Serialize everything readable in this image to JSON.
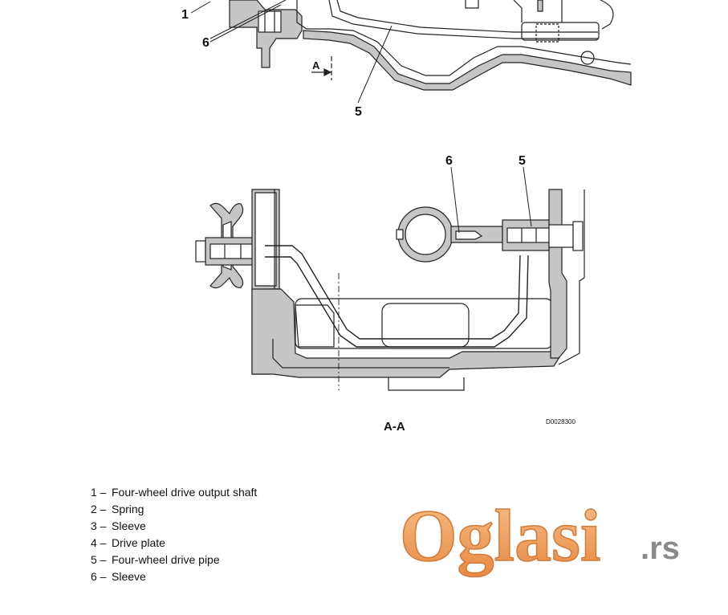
{
  "upper_view": {
    "callouts": [
      {
        "id": "1",
        "label": "1"
      },
      {
        "id": "6",
        "label": "6"
      },
      {
        "id": "5",
        "label": "5"
      }
    ],
    "section_marker": "A"
  },
  "section_view": {
    "callouts": [
      {
        "id": "6",
        "label": "6"
      },
      {
        "id": "5",
        "label": "5"
      }
    ],
    "title": "A-A",
    "drawing_code": "D0028300"
  },
  "legend": {
    "items": [
      {
        "number": "1 –",
        "text": "Four-wheel drive output shaft"
      },
      {
        "number": "2 –",
        "text": "Spring"
      },
      {
        "number": "3 –",
        "text": "Sleeve"
      },
      {
        "number": "4 –",
        "text": "Drive plate"
      },
      {
        "number": "5 –",
        "text": "Four-wheel drive pipe"
      },
      {
        "number": "6 –",
        "text": "Sleeve"
      }
    ]
  },
  "watermark": {
    "brand": "Oglasi",
    "suffix": ".rs",
    "brand_color": "#f0a060",
    "suffix_color": "#8a8a8a"
  },
  "colors": {
    "housing_fill": "#c6c6c6",
    "line": "#222222",
    "background": "#ffffff"
  }
}
